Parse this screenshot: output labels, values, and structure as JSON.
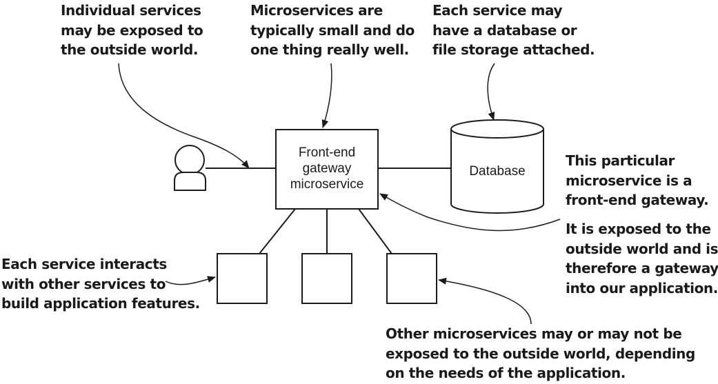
{
  "diagram": {
    "gateway": {
      "lines": [
        "Front-end",
        "gateway",
        "microservice"
      ]
    },
    "database": {
      "label": "Database"
    },
    "annotations": {
      "exposed": [
        "Individual services",
        "may be exposed to",
        "the outside world."
      ],
      "small": [
        "Microservices are",
        "typically small and do",
        "one thing really well."
      ],
      "storage": [
        "Each service may",
        "have a database or",
        "file storage attached."
      ],
      "gateway_desc": [
        "This particular",
        "microservice is a",
        "front-end gateway."
      ],
      "exposed_gateway": [
        "It is exposed to the",
        "outside world and is",
        "therefore a gateway",
        "into our application."
      ],
      "interacts": [
        "Each service interacts",
        "with other services to",
        "build application features."
      ],
      "others": [
        "Other microservices may or may not be",
        "exposed to the outside world, depending",
        "on the needs of the application."
      ]
    }
  }
}
